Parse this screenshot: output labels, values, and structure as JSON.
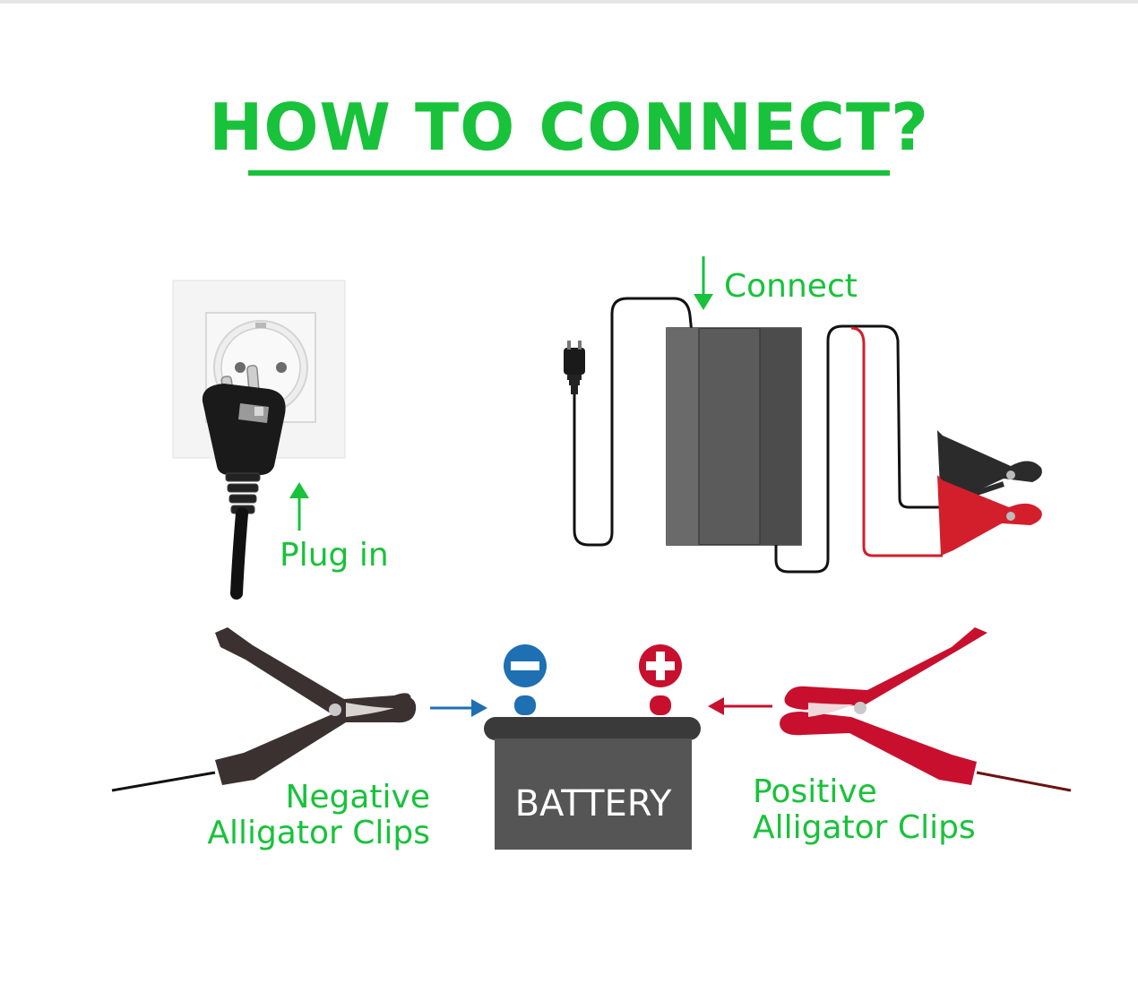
{
  "title": "HOW TO CONNECT?",
  "labels": {
    "plug_in": "Plug in",
    "connect": "Connect",
    "negative": [
      "Negative",
      "Alligator Clips"
    ],
    "positive": [
      "Positive",
      "Alligator Clips"
    ],
    "battery": "BATTERY"
  },
  "colors": {
    "accent": "#18c23a",
    "negative": "#1f6fb3",
    "positive": "#c8102e",
    "device": "#555555",
    "clip_dark": "#3a3130"
  }
}
